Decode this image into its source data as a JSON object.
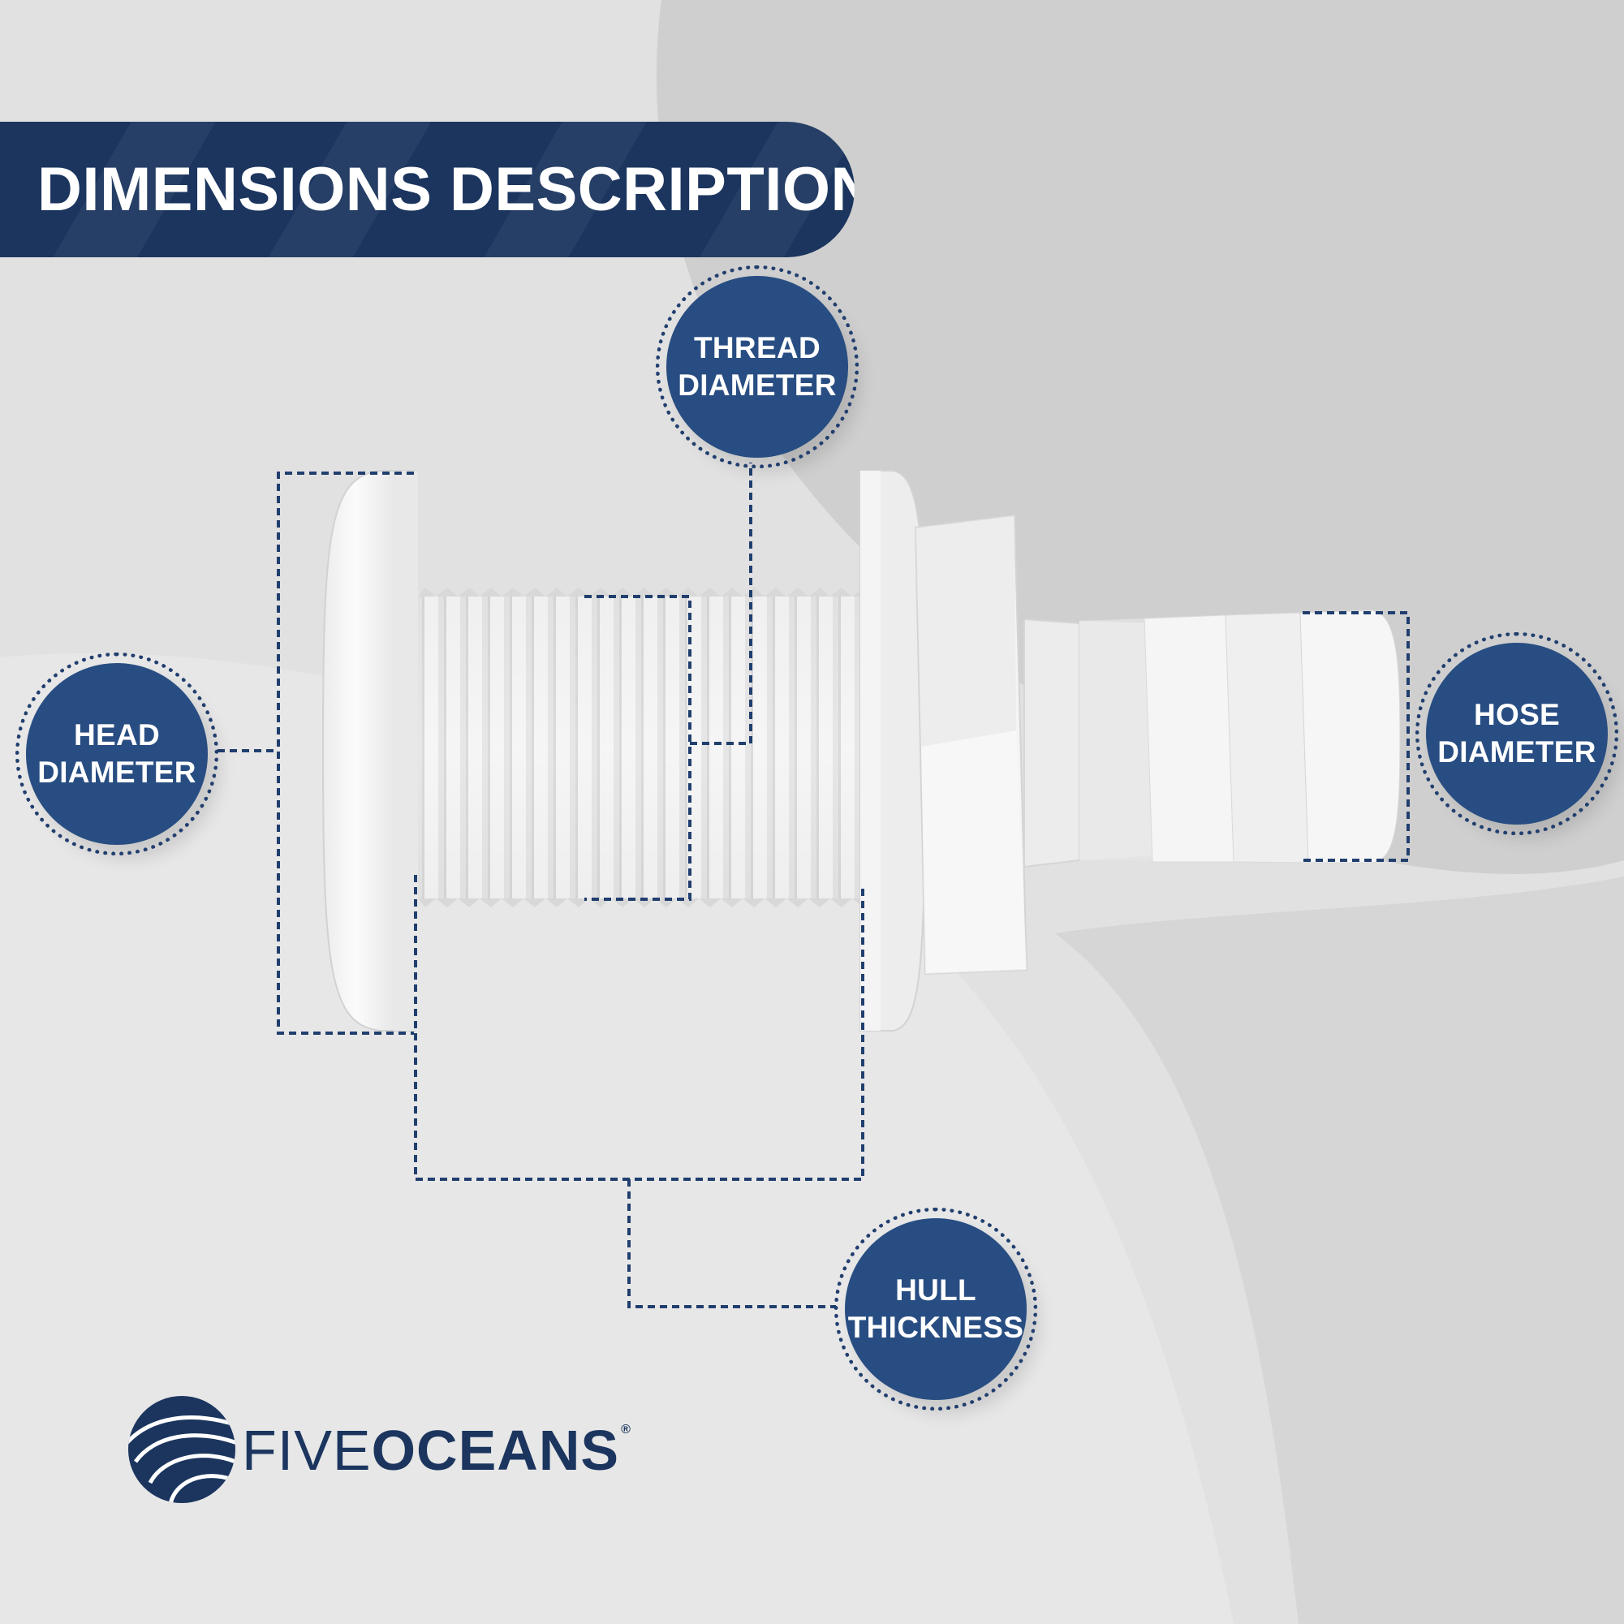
{
  "banner": {
    "title": "DIMENSIONS DESCRIPTION"
  },
  "callouts": {
    "thread": {
      "line1": "THREAD",
      "line2": "DIAMETER"
    },
    "head": {
      "line1": "HEAD",
      "line2": "DIAMETER"
    },
    "hose": {
      "line1": "HOSE",
      "line2": "DIAMETER"
    },
    "hull": {
      "line1": "HULL",
      "line2": "THICKNESS"
    }
  },
  "brand": {
    "light": "FIVE",
    "bold": "OCEANS",
    "registered": "®"
  },
  "colors": {
    "navy": "#1b355e",
    "badge": "#284d82",
    "background": "#dcdcdc",
    "product": "#f2f2f2"
  },
  "icons": {
    "logo": "ocean-waves-logo-icon"
  }
}
